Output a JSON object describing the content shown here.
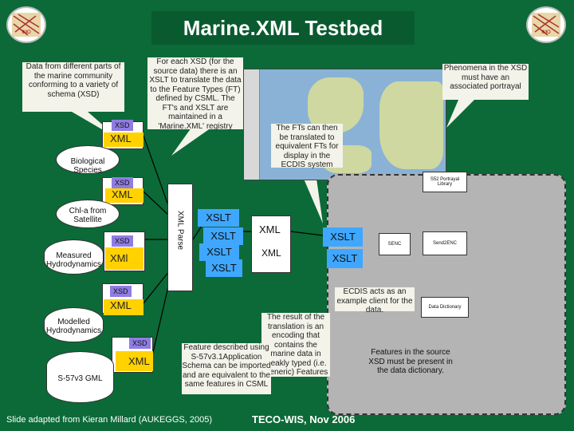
{
  "title": "Marine.XML Testbed",
  "logo": {
    "text": "IMO"
  },
  "callouts": {
    "data_sources": "Data from different parts of the marine community conforming to a variety of schema (XSD)",
    "xslt_info": "For each XSD (for the source data) there is an XSLT to translate the data to the Feature Types (FT) defined by CSML. The FT's and XSLT are maintained in a 'Marine.XML' registry",
    "phenomena": "Phenomena in the XSD must have an associated portrayal",
    "fts_translated": "The FTs can then be translated to equivalent FTs for display in the ECDIS system",
    "ecdis_client": "ECDIS acts as an example client for the data.",
    "result": "The result of the translation is an encoding that contains the marine data in weakly typed (i.e. Generic) Features",
    "feature_described": "Feature described using S-57v3.1Application Schema can be imported and are equivalent to the same features in CSML",
    "features_source": "Features in the source XSD must be present in the data dictionary."
  },
  "sources": [
    {
      "label": "Biological Species",
      "xsd": "XSD",
      "xml": "XML"
    },
    {
      "label": "Chl-a from Satellite",
      "xsd": "XSD",
      "xml": "XML"
    },
    {
      "label": "Measured Hydrodynamics",
      "xsd": "XSD",
      "xml": "XMl"
    },
    {
      "label": "Modelled Hydrodynamics",
      "xsd": "XSD",
      "xml": "XML"
    },
    {
      "label": "S-57v3 GML",
      "xsd": "XSD",
      "xml": "XML"
    }
  ],
  "parse_label": "XML Parse",
  "xslt_labels": [
    "XSLT",
    "XSLT",
    "XSLT",
    "XSLT"
  ],
  "xml_mid": [
    "XML",
    "XML"
  ],
  "xslt_right": [
    "XSLT",
    "XSLT"
  ],
  "ecdis": {
    "senc": "SENC",
    "senc2": "Send2ENC",
    "s52": "S52 Portrayal Library",
    "dictionary": "Data Dictionary"
  },
  "footer": {
    "left": "Slide adapted from Kieran Millard (AUKEGGS, 2005)",
    "right": "TECO-WIS, Nov 2006"
  },
  "colors": {
    "background": "#0b6a38",
    "xsd": "#8f7de3",
    "xml": "#ffd200",
    "xslt": "#3fa7ff",
    "ecdis_panel": "#b4b4b4"
  }
}
